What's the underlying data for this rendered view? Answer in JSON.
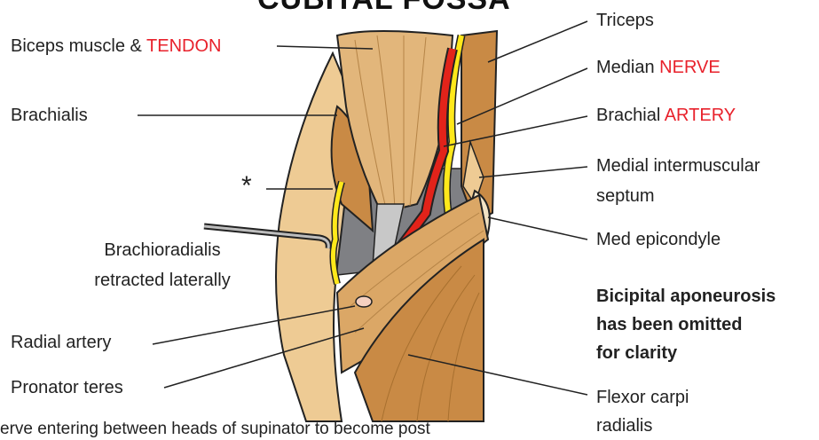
{
  "title": "CUBITAL FOSSA",
  "labels": {
    "biceps_prefix": "Biceps muscle & ",
    "biceps_red": "TENDON",
    "brachialis": "Brachialis",
    "asterisk": "*",
    "brachioradialis_1": "Brachioradialis",
    "brachioradialis_2": "retracted laterally",
    "radial_artery": "Radial artery",
    "pronator_teres": "Pronator teres",
    "bottom_caption": "erve entering between heads of supinator to become post",
    "triceps": "Triceps",
    "median_prefix": "Median ",
    "median_red": "NERVE",
    "brachial_prefix": "Brachial ",
    "brachial_red": "ARTERY",
    "septum_1": "Medial intermuscular",
    "septum_2": "septum",
    "med_epicondyle": "Med epicondyle",
    "note_1": "Bicipital aponeurosis",
    "note_2": "has been omitted",
    "note_3": "for clarity",
    "fcr_1": "Flexor carpi",
    "fcr_2": "radialis"
  },
  "colors": {
    "muscle_light": "#eecb94",
    "muscle_mid": "#dba766",
    "muscle_dark": "#c98a45",
    "fossa_gray": "#7f8084",
    "artery_red": "#e2231a",
    "nerve_yellow": "#ffe81a",
    "label_red": "#e8212b"
  }
}
